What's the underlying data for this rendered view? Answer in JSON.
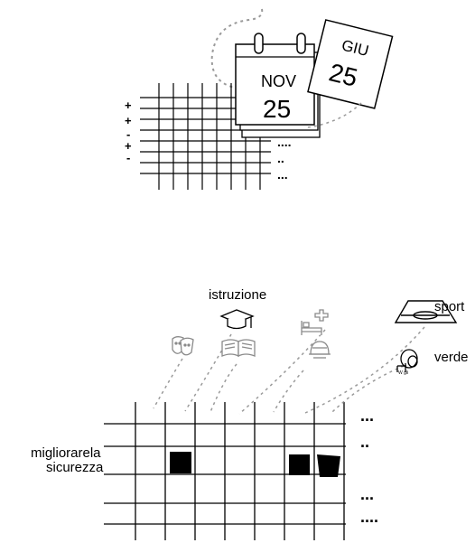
{
  "calendar_back": {
    "month": "NOV",
    "day": "25"
  },
  "calendar_front": {
    "month": "GIU",
    "day": "25"
  },
  "top_grid": {
    "row_signs": [
      "+",
      "+",
      "-",
      "+",
      "-"
    ],
    "side_dots": [
      "....",
      "..",
      "..."
    ]
  },
  "labels": {
    "istruzione": "istruzione",
    "sport": "sport",
    "verde": "verde",
    "verde_sign_text": "W gli",
    "row_label_line1": "migliorarela",
    "row_label_line2": "sicurezza"
  },
  "bottom_grid": {
    "side_dots": [
      "...",
      "..",
      "...",
      "...."
    ]
  },
  "icons": [
    "theatre-masks-icon",
    "graduation-cap-icon",
    "book-icon",
    "hospital-bed-icon",
    "helmet-icon",
    "stadium-icon",
    "tree-icon"
  ],
  "colors": {
    "ink": "#000000",
    "dashed": "#9a9a9a",
    "icon_gray": "#8a8a8a"
  }
}
